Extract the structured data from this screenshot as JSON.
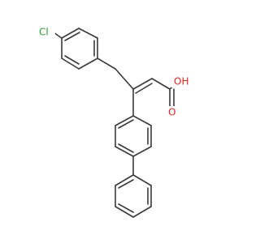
{
  "molecule": {
    "atom_labels": {
      "chlorine": "Cl",
      "carbonyl_oxygen": "O",
      "hydroxyl": "OH"
    },
    "colors": {
      "chlorine": "#2aa22a",
      "oxygen": "#e8211c",
      "bond": "#3a3a3a"
    }
  }
}
